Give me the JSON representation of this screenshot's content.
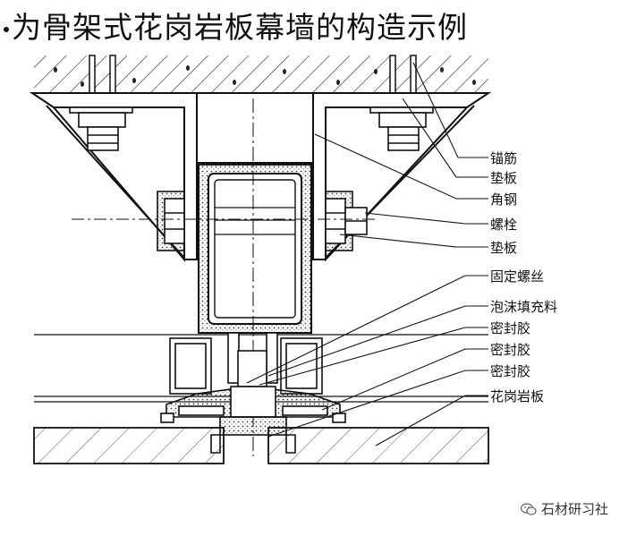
{
  "title": "为骨架式花岗岩板幕墙的构造示例",
  "labels": {
    "l1": "锚筋",
    "l2": "垫板",
    "l3": "角钢",
    "l4": "螺栓",
    "l5": "垫板",
    "l6": "固定螺丝",
    "l7": "泡沫填充料",
    "l8": "密封胶",
    "l9": "密封胶",
    "l10": "密封胶",
    "l11": "花岗岩板"
  },
  "watermark": "石材研习社",
  "icons": {
    "watermark": "wechat-icon"
  }
}
